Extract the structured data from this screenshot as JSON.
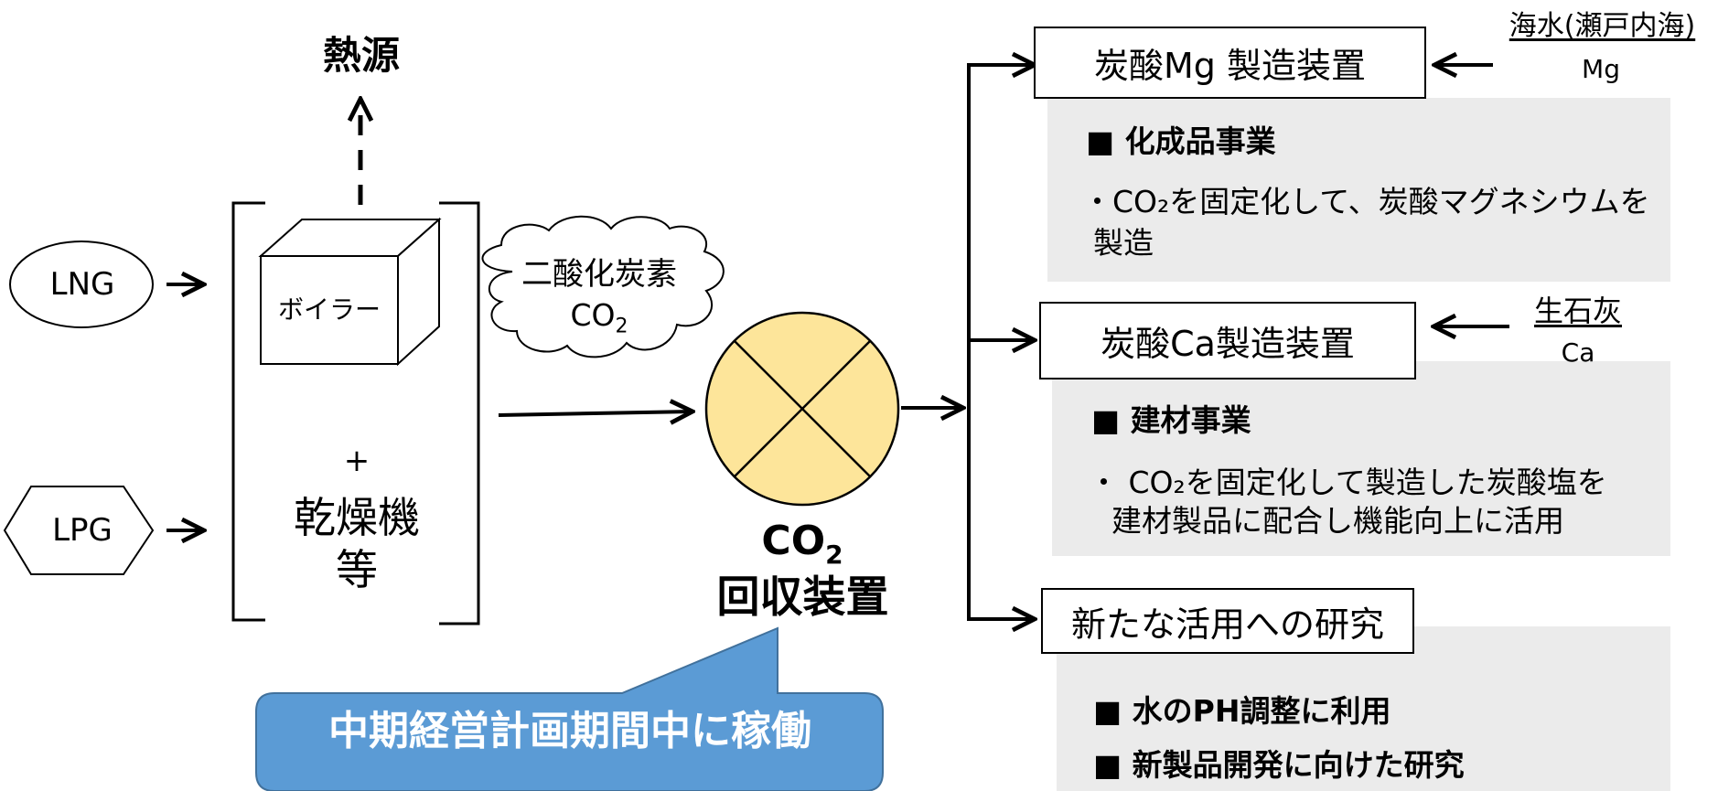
{
  "colors": {
    "collector_fill": "#fde59a",
    "callout_fill": "#5b9bd5",
    "callout_stroke": "#41719c",
    "panel_fill": "#ebebeb"
  },
  "heat_source": "熱源",
  "fuels": {
    "lng": "LNG",
    "lpg": "LPG"
  },
  "equipment": {
    "boiler": "ボイラー",
    "plus": "+",
    "dryer_line1": "乾燥機",
    "dryer_line2": "等"
  },
  "co2_cloud": {
    "line1": "二酸化炭素",
    "line2_main": "CO",
    "line2_sub": "2"
  },
  "collector": {
    "line1_main": "CO",
    "line1_sub": "2",
    "line2": "回収装置"
  },
  "callout": "中期経営計画期間中に稼働",
  "outputs": [
    {
      "label": "炭酸Mg 製造装置",
      "input_label": "海水(瀬戸内海)",
      "input_sub": "Mg",
      "business": "■ 化成品事業",
      "desc_line1": "・CO₂を固定化して、炭酸マグネシウムを",
      "desc_line2": "製造"
    },
    {
      "label": "炭酸Ca製造装置",
      "input_label": "生石灰",
      "input_sub": "Ca",
      "business": "■ 建材事業",
      "desc_line1": "・ CO₂を固定化して製造した炭酸塩を",
      "desc_line2": "建材製品に配合し機能向上に活用"
    },
    {
      "label": "新たな活用への研究",
      "item1": "■ 水のPH調整に利用",
      "item2": "■ 新製品開発に向けた研究"
    }
  ]
}
